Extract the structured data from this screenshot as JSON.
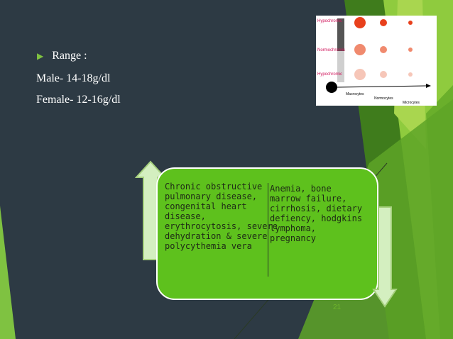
{
  "bullet": {
    "label": "Range :"
  },
  "lines": {
    "male": "Male- 14-18g/dl",
    "female": "Female- 12-16g/dl"
  },
  "figure": {
    "rows": [
      "Hypochromic",
      "Normochromic",
      "Hypochromic"
    ],
    "axis_labels": {
      "macro": "Macrocytes",
      "normo": "Normocytes",
      "micro": "Microcytes"
    }
  },
  "box": {
    "left_lines": [
      "Chronic obstructive",
      "pulmonary disease,",
      "congenital heart",
      "disease,",
      "erythrocytosis, severe",
      "dehydration & severe",
      "polycythemia vera"
    ],
    "right_lines": [
      "Anemia, bone",
      "marrow failure,",
      "cirrhosis, dietary",
      "defiency, hodgkins",
      "lymphoma,",
      "pregnancy"
    ]
  },
  "page_number": "21",
  "colors": {
    "background": "#2d3a44",
    "accent_green": "#7fc241",
    "box_green": "#5ec11d"
  }
}
